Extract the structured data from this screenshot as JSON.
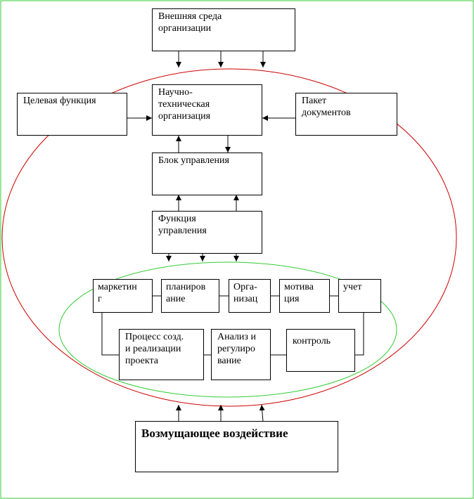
{
  "colors": {
    "outer_border": "#33cc33",
    "red_ellipse": "#cc0000",
    "green_ellipse": "#33cc33",
    "lines": "#000000"
  },
  "boxes": {
    "external_env": "Внешняя среда\nорганизации",
    "target_function": "Целевая функция",
    "sci_tech_org": "Научно-\nтехническая\nорганизация",
    "doc_package": "Пакет\nдокументов",
    "control_block": "Блок управления",
    "control_function": "Функция\nуправления",
    "marketing": "маркетин\nг",
    "planning": "планиров\nание",
    "organization": "Орга-\nнизац",
    "motivation": "мотива\nция",
    "accounting": "учет",
    "project_process": "Процесс созд.\nи реализации\nпроекта",
    "analysis": "Анализ и\nрегулиро\nвание",
    "control": "контроль",
    "disturbance": "Возмущающее воздействие"
  }
}
